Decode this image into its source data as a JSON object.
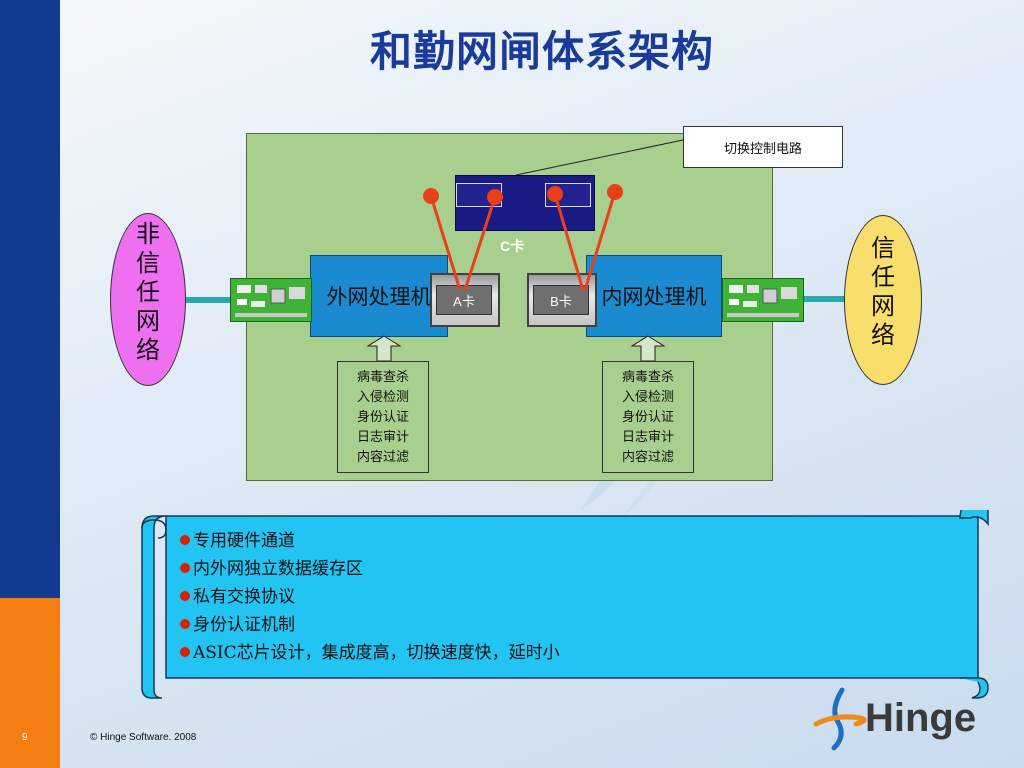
{
  "slide": {
    "title": "和勤网闸体系架构",
    "page_number": "9",
    "copyright": "© Hinge Software. 2008"
  },
  "diagram": {
    "callout_label": "切换控制电路",
    "c_card_label": "C卡",
    "a_card_label": "A卡",
    "b_card_label": "B卡",
    "outer_processor_label": "外网处理机",
    "inner_processor_label": "内网处理机",
    "untrusted_network": [
      "非",
      "信",
      "任",
      "网",
      "络"
    ],
    "trusted_network": [
      "信",
      "任",
      "网",
      "络"
    ],
    "outer_filters": [
      "病毒查杀",
      "入侵检测",
      "身份认证",
      "日志审计",
      "内容过滤"
    ],
    "inner_filters": [
      "病毒查杀",
      "入侵检测",
      "身份认证",
      "日志审计",
      "内容过滤"
    ]
  },
  "features": [
    "专用硬件通道",
    "内外网独立数据缓存区",
    "私有交换协议",
    "身份认证机制",
    "ASIC芯片设计，集成度高，切换速度快，延时小"
  ],
  "logo": {
    "text": "Hinge"
  },
  "colors": {
    "left_bar_blue": "#123a8e",
    "left_bar_orange": "#f57d12",
    "title": "#1b3b9a",
    "frame_green": "#a9cf8f",
    "processor_blue": "#1a8bd0",
    "c_card_navy": "#1a1a85",
    "link_red": "#e8401a",
    "scroll_cyan": "#22c4f4",
    "untrusted_magenta": "#ee6ff0",
    "trusted_yellow": "#f8de6a",
    "bullet_red": "#d62200"
  }
}
